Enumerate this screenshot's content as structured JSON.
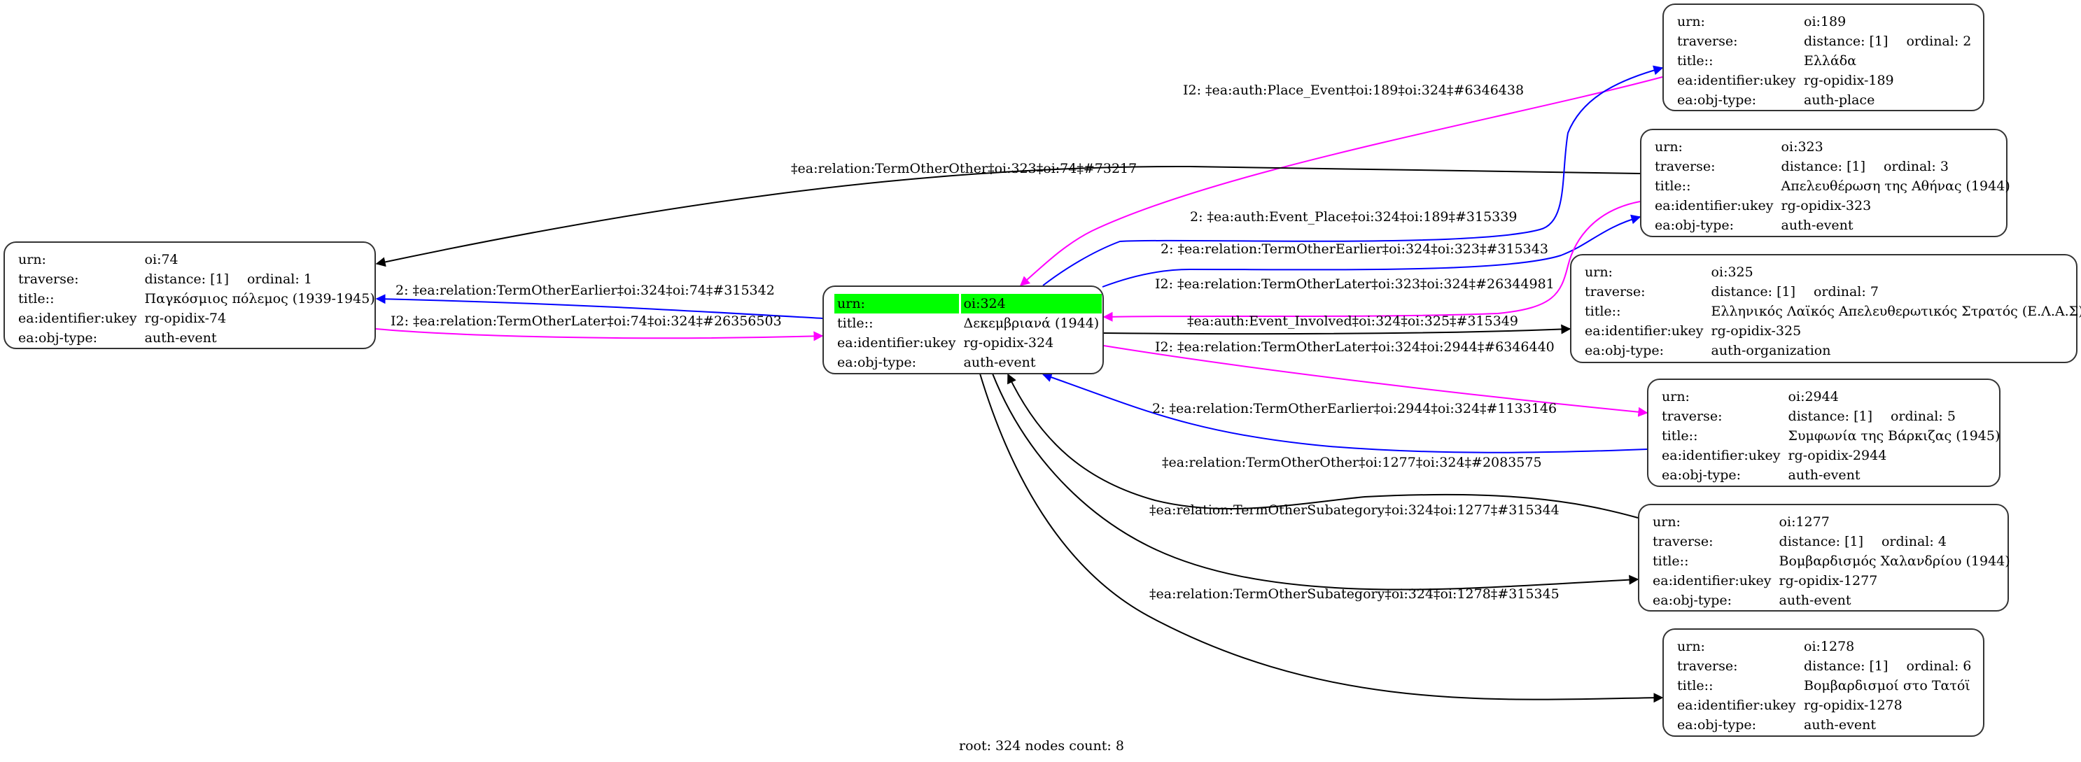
{
  "graph": {
    "footer": "root: 324 nodes count: 8",
    "colors": {
      "black": "#000000",
      "blue": "#0000ff",
      "magenta": "#ff00ff",
      "root_highlight": "#00ff00"
    },
    "labels": {
      "urn": "urn:",
      "traverse": "traverse:",
      "title": "title::",
      "ukey": "ea:identifier:ukey",
      "objtype": "ea:obj-type:"
    },
    "nodes": {
      "n74": {
        "urn": "oi:74",
        "distance": "distance: [1]",
        "ordinal": "ordinal: 1",
        "title": "Παγκόσμιος πόλεμος (1939-1945)",
        "ukey": "rg-opidix-74",
        "objtype": "auth-event"
      },
      "n324": {
        "urn": "oi:324",
        "title": "Δεκεμβριανά (1944)",
        "ukey": "rg-opidix-324",
        "objtype": "auth-event",
        "is_root": true
      },
      "n189": {
        "urn": "oi:189",
        "distance": "distance: [1]",
        "ordinal": "ordinal: 2",
        "title": "Ελλάδα",
        "ukey": "rg-opidix-189",
        "objtype": "auth-place"
      },
      "n323": {
        "urn": "oi:323",
        "distance": "distance: [1]",
        "ordinal": "ordinal: 3",
        "title": "Απελευθέρωση της Αθήνας (1944)",
        "ukey": "rg-opidix-323",
        "objtype": "auth-event"
      },
      "n325": {
        "urn": "oi:325",
        "distance": "distance: [1]",
        "ordinal": "ordinal: 7",
        "title": "Ελληνικός Λαϊκός Απελευθερωτικός Στρατός (Ε.Λ.Α.Σ)",
        "ukey": "rg-opidix-325",
        "objtype": "auth-organization"
      },
      "n2944": {
        "urn": "oi:2944",
        "distance": "distance: [1]",
        "ordinal": "ordinal: 5",
        "title": "Συμφωνία της Βάρκιζας (1945)",
        "ukey": "rg-opidix-2944",
        "objtype": "auth-event"
      },
      "n1277": {
        "urn": "oi:1277",
        "distance": "distance: [1]",
        "ordinal": "ordinal: 4",
        "title": "Βομβαρδισμός Χαλανδρίου (1944)",
        "ukey": "rg-opidix-1277",
        "objtype": "auth-event"
      },
      "n1278": {
        "urn": "oi:1278",
        "distance": "distance: [1]",
        "ordinal": "ordinal: 6",
        "title": "Βομβαρδισμοί στο Τατόϊ",
        "ukey": "rg-opidix-1278",
        "objtype": "auth-event"
      }
    },
    "edges": [
      {
        "id": "e1",
        "from": "oi:189",
        "to": "oi:324",
        "color": "magenta",
        "label": "I2: ‡ea:auth:Place_Event‡oi:189‡oi:324‡#6346438"
      },
      {
        "id": "e2",
        "from": "oi:323",
        "to": "oi:74",
        "color": "black",
        "label": "‡ea:relation:TermOtherOther‡oi:323‡oi:74‡#73217"
      },
      {
        "id": "e3",
        "from": "oi:324",
        "to": "oi:189",
        "color": "blue",
        "label": "2: ‡ea:auth:Event_Place‡oi:324‡oi:189‡#315339"
      },
      {
        "id": "e4",
        "from": "oi:324",
        "to": "oi:323",
        "color": "blue",
        "label": "2: ‡ea:relation:TermOtherEarlier‡oi:324‡oi:323‡#315343"
      },
      {
        "id": "e5",
        "from": "oi:323",
        "to": "oi:324",
        "color": "magenta",
        "label": "I2: ‡ea:relation:TermOtherLater‡oi:323‡oi:324‡#26344981"
      },
      {
        "id": "e6",
        "from": "oi:324",
        "to": "oi:74",
        "color": "blue",
        "label": "2: ‡ea:relation:TermOtherEarlier‡oi:324‡oi:74‡#315342"
      },
      {
        "id": "e7",
        "from": "oi:74",
        "to": "oi:324",
        "color": "magenta",
        "label": "I2: ‡ea:relation:TermOtherLater‡oi:74‡oi:324‡#26356503"
      },
      {
        "id": "e8",
        "from": "oi:324",
        "to": "oi:325",
        "color": "black",
        "label": "‡ea:auth:Event_Involved‡oi:324‡oi:325‡#315349"
      },
      {
        "id": "e9",
        "from": "oi:324",
        "to": "oi:2944",
        "color": "magenta",
        "label": "I2: ‡ea:relation:TermOtherLater‡oi:324‡oi:2944‡#6346440"
      },
      {
        "id": "e10",
        "from": "oi:2944",
        "to": "oi:324",
        "color": "blue",
        "label": "2: ‡ea:relation:TermOtherEarlier‡oi:2944‡oi:324‡#1133146"
      },
      {
        "id": "e11",
        "from": "oi:1277",
        "to": "oi:324",
        "color": "black",
        "label": "‡ea:relation:TermOtherOther‡oi:1277‡oi:324‡#2083575"
      },
      {
        "id": "e12",
        "from": "oi:324",
        "to": "oi:1277",
        "color": "black",
        "label": "‡ea:relation:TermOtherSubategory‡oi:324‡oi:1277‡#315344"
      },
      {
        "id": "e13",
        "from": "oi:324",
        "to": "oi:1278",
        "color": "black",
        "label": "‡ea:relation:TermOtherSubategory‡oi:324‡oi:1278‡#315345"
      }
    ]
  }
}
